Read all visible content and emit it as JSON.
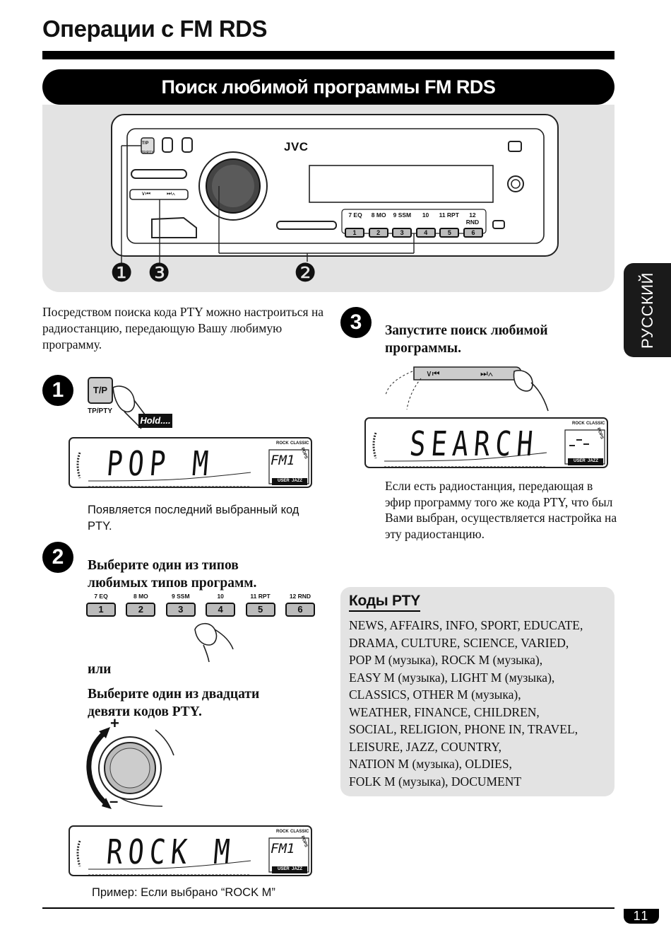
{
  "header": {
    "title": "Операции с FM RDS",
    "section": "Поиск любимой программы FM RDS"
  },
  "side_tab": "РУССКИЙ",
  "device": {
    "brand": "JVC",
    "tp_label": "T/P",
    "tp_sub": "TP/PTY",
    "seek_left": "∨⏮",
    "seek_right": "⏭∧",
    "presets": [
      {
        "label": "7 EQ",
        "num": "1"
      },
      {
        "label": "8 MO",
        "num": "2"
      },
      {
        "label": "9 SSM",
        "num": "3"
      },
      {
        "label": "10",
        "num": "4"
      },
      {
        "label": "11 RPT",
        "num": "5"
      },
      {
        "label": "12 RND",
        "num": "6"
      }
    ],
    "callouts": [
      "❶",
      "❸",
      "❷"
    ]
  },
  "intro": "Посредством поиска кода PTY можно настроиться на радиостанцию, передающую Вашу любимую программу.",
  "step1": {
    "number": "1",
    "button": "T/P",
    "button_sub": "TP/PTY",
    "hold": "Hold....",
    "display": "POP M",
    "band": "FM1",
    "note": "Появляется последний выбранный код PTY."
  },
  "step2": {
    "number": "2",
    "title": "Выберите один из типов любимых типов программ.",
    "or": "или",
    "title2": "Выберите один из двадцати девяти кодов PTY.",
    "plus": "+",
    "minus": "–",
    "display": "ROCK M",
    "band": "FM1",
    "example": "Пример: Если выбрано “ROCK M”"
  },
  "step3": {
    "number": "3",
    "title": "Запустите поиск любимой программы.",
    "display": "SEARCH",
    "text": "Если есть радиостанция, передающая в эфир программу того же кода PTY, что был Вами выбран, осуществляется настройка на эту радиостанцию."
  },
  "lcd_tags": {
    "rock": "ROCK",
    "classic": "CLASSIC",
    "pops": "POPS",
    "user": "USER",
    "jazz": "JAZZ"
  },
  "pty": {
    "title": "Коды PTY",
    "lines": [
      "NEWS, AFFAIRS, INFO, SPORT, EDUCATE,",
      "DRAMA, CULTURE, SCIENCE, VARIED,",
      "POP M (музыка), ROCK M (музыка),",
      "EASY M (музыка), LIGHT M (музыка),",
      "CLASSICS,  OTHER M (музыка),",
      "WEATHER, FINANCE, CHILDREN,",
      "SOCIAL, RELIGION, PHONE IN, TRAVEL,",
      "LEISURE, JAZZ, COUNTRY,",
      "NATION M (музыка), OLDIES,",
      "FOLK M (музыка), DOCUMENT"
    ]
  },
  "page_number": "11",
  "colors": {
    "ink": "#000000",
    "panel": "#e3e3e3",
    "paper": "#ffffff"
  }
}
